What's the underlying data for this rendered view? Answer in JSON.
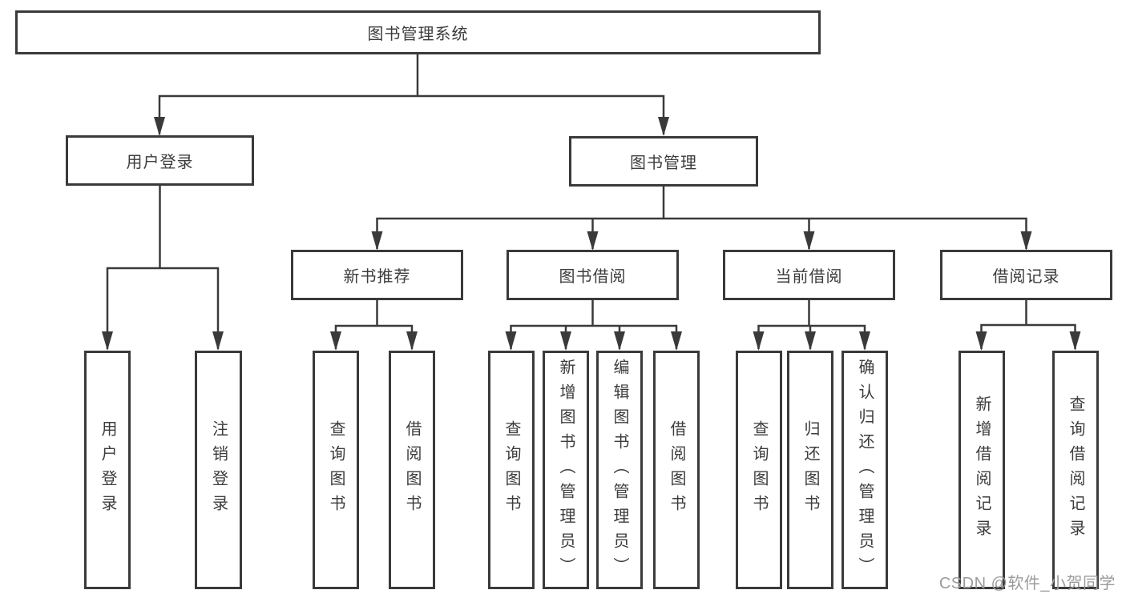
{
  "colors": {
    "line": "#3a3a3a",
    "text": "#3c3c3c",
    "watermark": "#9b9b9b",
    "background": "#ffffff"
  },
  "diagram": {
    "root": {
      "label": "图书管理系统"
    },
    "branches": [
      {
        "label": "用户登录",
        "children": [
          {
            "label": "用户登录"
          },
          {
            "label": "注销登录"
          }
        ]
      },
      {
        "label": "图书管理",
        "children": [
          {
            "label": "新书推荐",
            "children": [
              {
                "label": "查询图书"
              },
              {
                "label": "借阅图书"
              }
            ]
          },
          {
            "label": "图书借阅",
            "children": [
              {
                "label": "查询图书"
              },
              {
                "label": "新增图书（管理员）"
              },
              {
                "label": "编辑图书（管理员）"
              },
              {
                "label": "借阅图书"
              }
            ]
          },
          {
            "label": "当前借阅",
            "children": [
              {
                "label": "查询图书"
              },
              {
                "label": "归还图书"
              },
              {
                "label": "确认归还（管理员）"
              }
            ]
          },
          {
            "label": "借阅记录",
            "children": [
              {
                "label": "新增借阅记录"
              },
              {
                "label": "查询借阅记录"
              }
            ]
          }
        ]
      }
    ]
  },
  "watermark": {
    "text": "CSDN @软件_小贺同学"
  }
}
